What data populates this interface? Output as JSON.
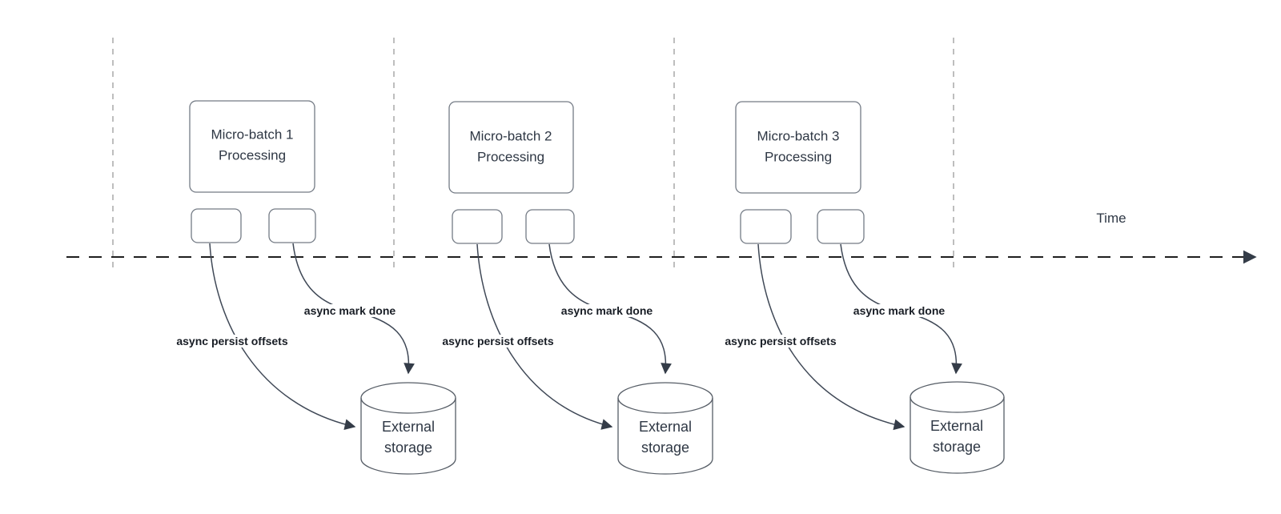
{
  "diagram": {
    "time_axis": {
      "label": "Time"
    },
    "groups": [
      {
        "processing_label": "Micro-batch 1\nProcessing",
        "persist_label": "async persist offsets",
        "mark_done_label": "async mark done",
        "storage_label": "External\nstorage"
      },
      {
        "processing_label": "Micro-batch 2\nProcessing",
        "persist_label": "async persist offsets",
        "mark_done_label": "async mark done",
        "storage_label": "External\nstorage"
      },
      {
        "processing_label": "Micro-batch 3\nProcessing",
        "persist_label": "async persist offsets",
        "mark_done_label": "async mark done",
        "storage_label": "External\nstorage"
      }
    ],
    "colors": {
      "axis_line": "#1f1f1f",
      "guide_line": "#a9a9a9",
      "shape_border": "#747b85",
      "arrow_stroke": "#3f4856",
      "arrowhead_fill": "#343c48",
      "text_primary": "#2e3744",
      "label_text": "#171c24",
      "background": "#ffffff"
    }
  }
}
